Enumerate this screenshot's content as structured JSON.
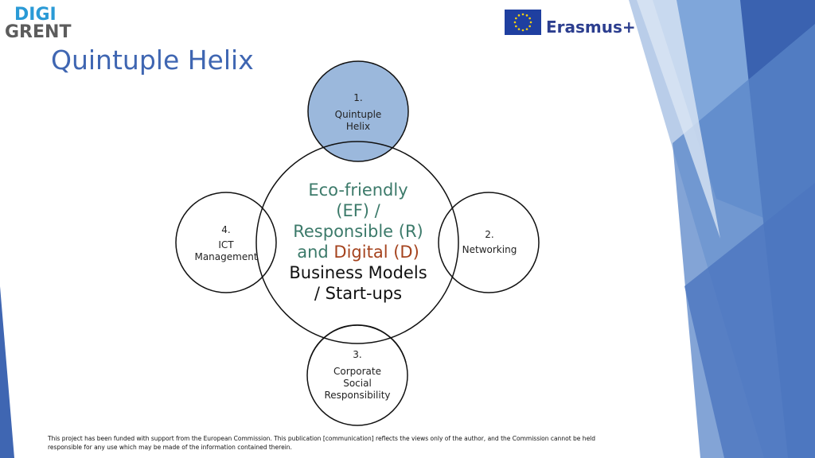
{
  "logo": {
    "line1": "DIGI",
    "line2": "GRENT",
    "line1_color": "#2a9ad6",
    "line2_color": "#5c5c5c"
  },
  "title": "Quintuple Helix",
  "erasmus": {
    "label": "Erasmus+",
    "flag_color": "#1f3fa0",
    "star_color": "#f6d20e"
  },
  "diagram": {
    "center": {
      "line1": "Eco-friendly",
      "line2": "(EF) /",
      "line3": "Responsible (R)",
      "line4_prefix": "and ",
      "line4_highlight": "Digital (D)",
      "line5": "Business Models",
      "line6": "/ Start-ups"
    },
    "nodes": [
      {
        "number": "1.",
        "label_lines": [
          "Quintuple",
          "Helix"
        ],
        "highlighted": true
      },
      {
        "number": "2.",
        "label_lines": [
          "Networking"
        ],
        "highlighted": false
      },
      {
        "number": "3.",
        "label_lines": [
          "Corporate",
          "Social",
          "Responsibility"
        ],
        "highlighted": false
      },
      {
        "number": "4.",
        "label_lines": [
          "ICT",
          "Management"
        ],
        "highlighted": false
      }
    ],
    "highlight_fill": "#9bb8dc",
    "stroke_color": "#111111"
  },
  "footer": {
    "disclaimer": "This project has been funded with support from the European Commission. This publication [communication] reflects the views only of the author, and the Commission cannot be held responsible for any use which may be made of the information contained therein."
  },
  "colors": {
    "accent": "#3f66b2",
    "deco_blue_dark": "#3a62b0",
    "deco_blue_mid": "#5f8fcf",
    "deco_blue_light": "#a9c4e6"
  }
}
